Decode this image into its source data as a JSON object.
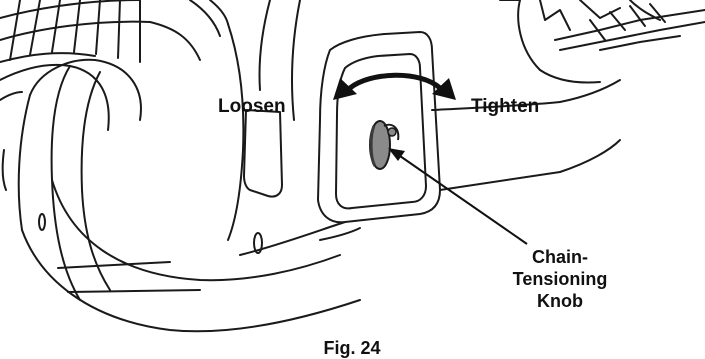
{
  "labels": {
    "loosen": "Loosen",
    "tighten": "Tighten",
    "knob_line1": "Chain-Tensioning",
    "knob_line2": "Knob",
    "figure": "Fig. 24"
  },
  "colors": {
    "line": "#1a1a1a",
    "knob_fill": "#8a8a8a",
    "knob_dark": "#3a3a3a"
  }
}
